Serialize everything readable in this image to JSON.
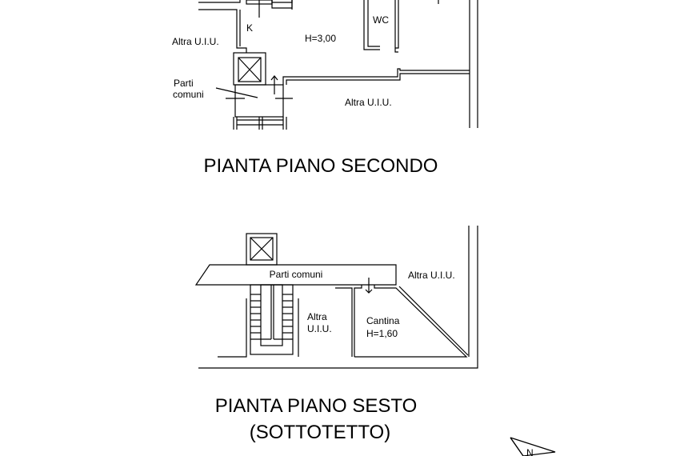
{
  "plan_second_floor": {
    "title": "PIANTA PIANO SECONDO",
    "rooms": {
      "kitchen": "K",
      "height": "H=3,00",
      "wc": "WC",
      "other_unit_left": "Altra U.I.U.",
      "other_unit_right": "Altra U.I.U.",
      "common_parts_line1": "Parti",
      "common_parts_line2": "comuni"
    }
  },
  "plan_sixth_floor": {
    "title": "PIANTA PIANO SESTO",
    "subtitle": "(SOTTOTETTO)",
    "rooms": {
      "common_parts": "Parti comuni",
      "other_unit_right": "Altra U.I.U.",
      "other_unit_mid_line1": "Altra",
      "other_unit_mid_line2": "U.I.U.",
      "cellar": "Cantina",
      "cellar_height": "H=1,60"
    }
  },
  "north_arrow": {
    "label": "N"
  }
}
